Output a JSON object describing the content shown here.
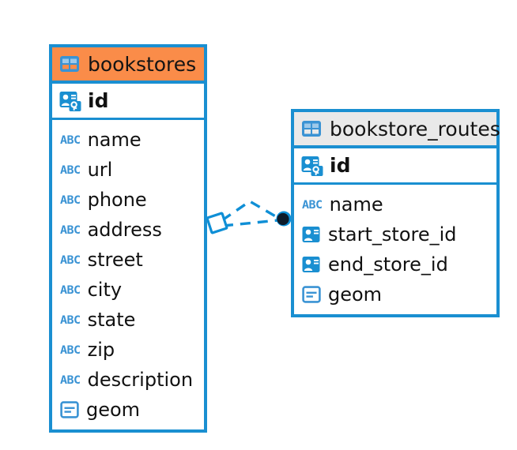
{
  "diagram": {
    "type": "entity-relationship-diagram",
    "colors": {
      "border": "#1a8fd1",
      "selected_header": "#fa8c49",
      "plain_header": "#e9e9e9",
      "icon_blue": "#3a93d4",
      "connector": "#0f8fd6",
      "endpoint_dark": "#0d1b2a",
      "background": "#ffffff"
    },
    "entities": [
      {
        "name": "bookstores",
        "header_icon": "table-icon",
        "selected": true,
        "primary_key": {
          "label": "id",
          "icon": "primary-key-icon"
        },
        "fields": [
          {
            "label": "name",
            "icon": "abc-text-icon"
          },
          {
            "label": "url",
            "icon": "abc-text-icon"
          },
          {
            "label": "phone",
            "icon": "abc-text-icon"
          },
          {
            "label": "address",
            "icon": "abc-text-icon"
          },
          {
            "label": "street",
            "icon": "abc-text-icon"
          },
          {
            "label": "city",
            "icon": "abc-text-icon"
          },
          {
            "label": "state",
            "icon": "abc-text-icon"
          },
          {
            "label": "zip",
            "icon": "abc-text-icon"
          },
          {
            "label": "description",
            "icon": "abc-text-icon"
          },
          {
            "label": "geom",
            "icon": "geometry-icon"
          }
        ]
      },
      {
        "name": "bookstore_routes",
        "header_icon": "table-icon",
        "selected": false,
        "primary_key": {
          "label": "id",
          "icon": "primary-key-icon"
        },
        "fields": [
          {
            "label": "name",
            "icon": "abc-text-icon"
          },
          {
            "label": "start_store_id",
            "icon": "foreign-key-icon"
          },
          {
            "label": "end_store_id",
            "icon": "foreign-key-icon"
          },
          {
            "label": "geom",
            "icon": "geometry-icon"
          }
        ]
      }
    ],
    "relationship": {
      "style": "dashed",
      "source_marker": "diamond-marker",
      "target_marker": "filled-circle-marker",
      "source_entity": "bookstores",
      "target_entity": "bookstore_routes"
    },
    "icon_text": {
      "abc": "ABC"
    }
  }
}
